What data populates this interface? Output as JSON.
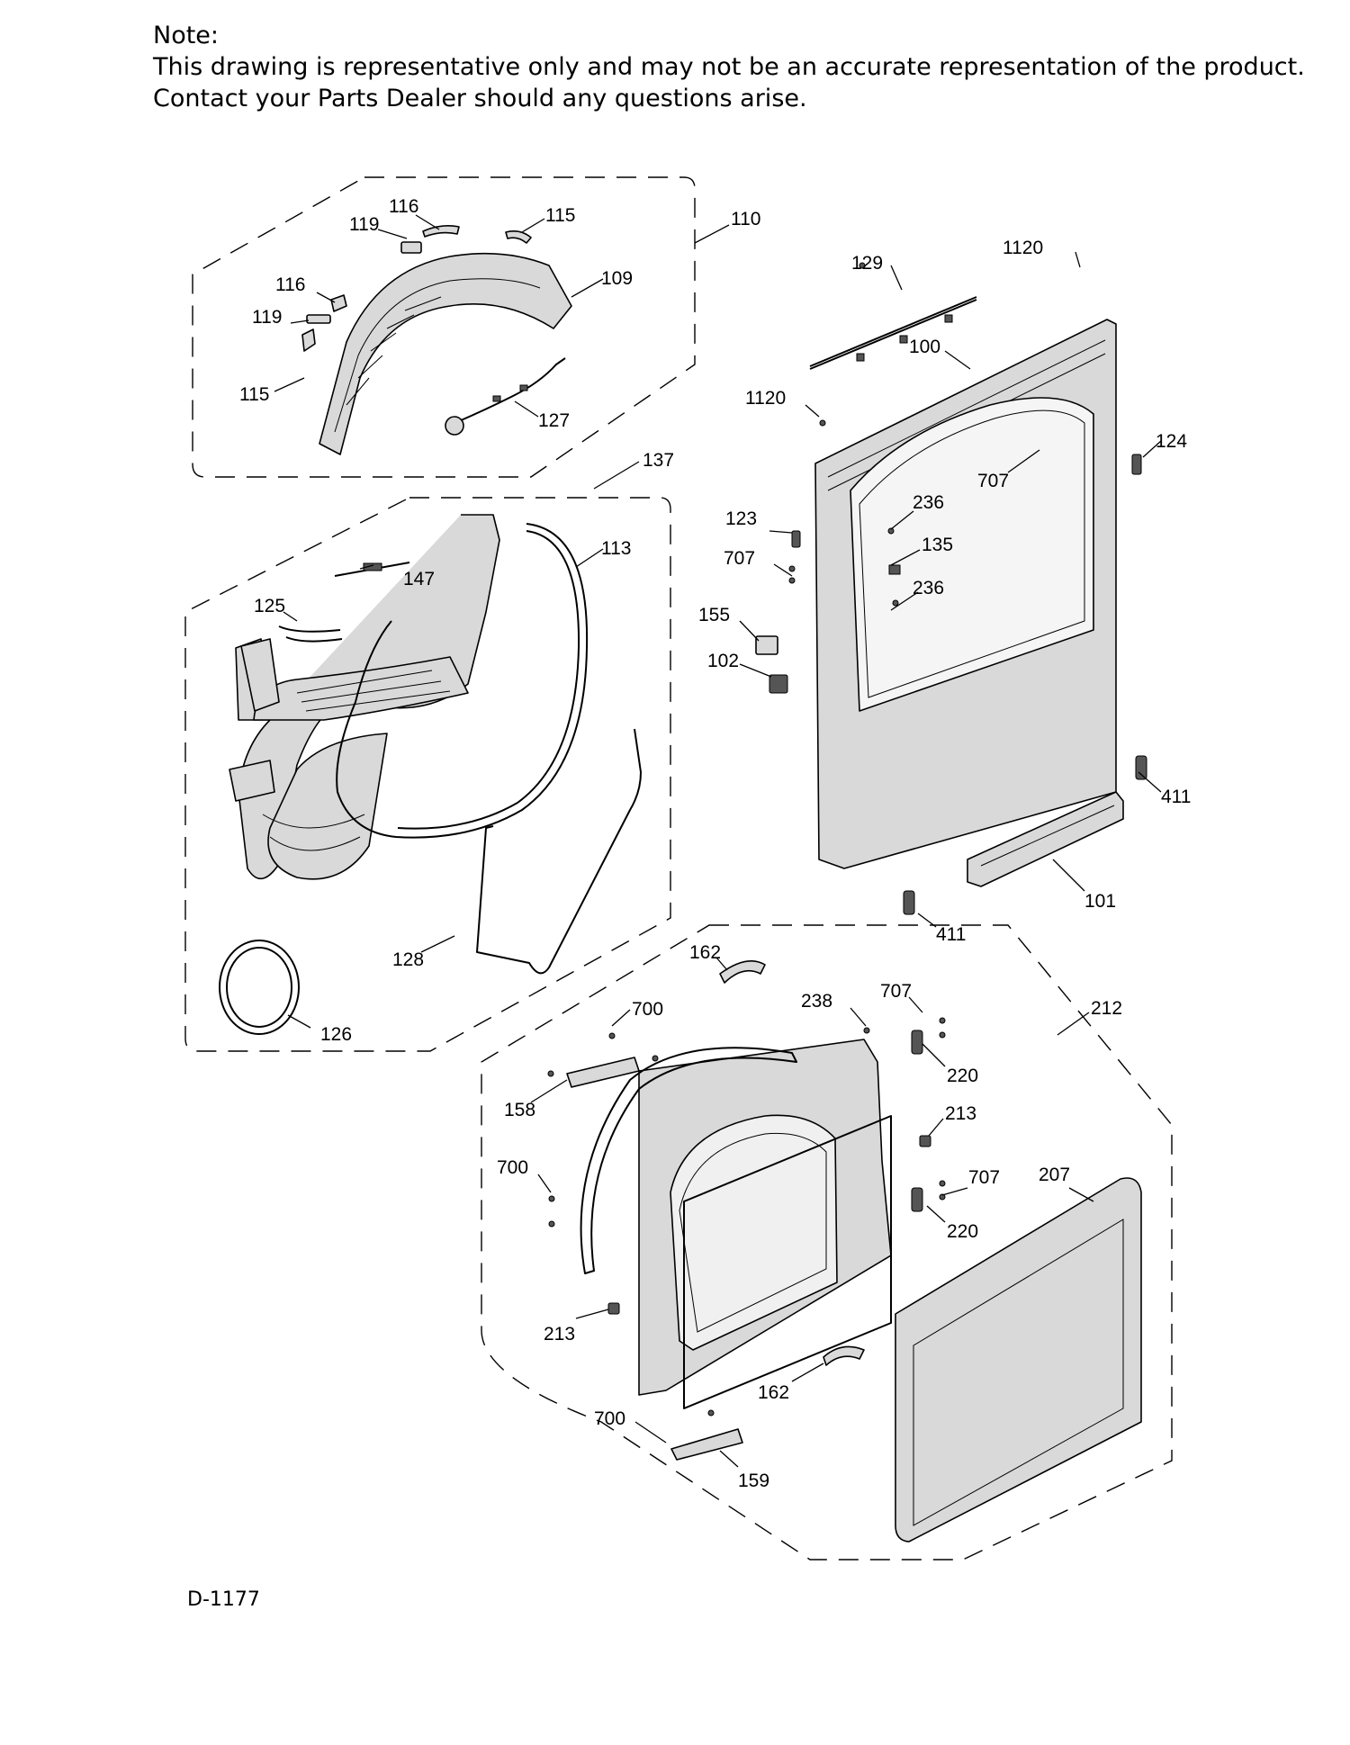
{
  "note": {
    "heading": "Note:",
    "line1": "This drawing is representative only and may not be an accurate representation of the product.",
    "line2": "Contact your Parts Dealer should any questions arise."
  },
  "drawing_id": "D-1177",
  "labels": {
    "p116a": "116",
    "p115a": "115",
    "p119a": "119",
    "p110": "110",
    "p116b": "116",
    "p109": "109",
    "p119b": "119",
    "p115b": "115",
    "p127": "127",
    "p1120a": "1120",
    "p129": "129",
    "p100": "100",
    "p1120b": "1120",
    "p124": "124",
    "p707a": "707",
    "p137": "137",
    "p113": "113",
    "p147": "147",
    "p236a": "236",
    "p123": "123",
    "p135": "135",
    "p707b": "707",
    "p125": "125",
    "p236b": "236",
    "p155": "155",
    "p102": "102",
    "p411a": "411",
    "p101": "101",
    "p411b": "411",
    "p128": "128",
    "p162a": "162",
    "p126": "126",
    "p238": "238",
    "p707c": "707",
    "p700a": "700",
    "p212": "212",
    "p220a": "220",
    "p158": "158",
    "p213a": "213",
    "p700b": "700",
    "p707d": "707",
    "p207": "207",
    "p220b": "220",
    "p213b": "213",
    "p162b": "162",
    "p700c": "700",
    "p159": "159"
  }
}
